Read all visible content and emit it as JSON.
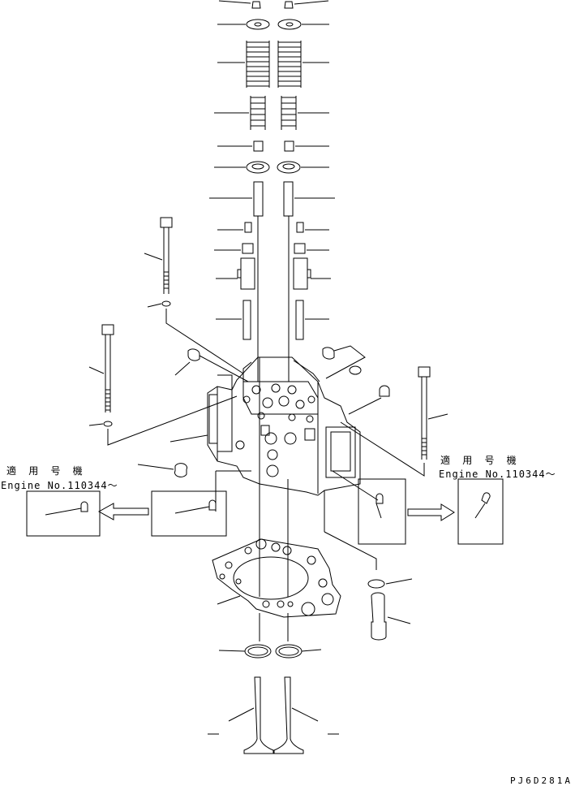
{
  "labels": {
    "applicable_left": "適 用 号 機",
    "engine_left": "Engine No.110344～",
    "applicable_right": "適 用 号 機",
    "engine_right": "Engine No.110344～",
    "drawing_code": "PJ6D281A"
  },
  "colors": {
    "ink": "#000000",
    "paper": "#ffffff"
  }
}
